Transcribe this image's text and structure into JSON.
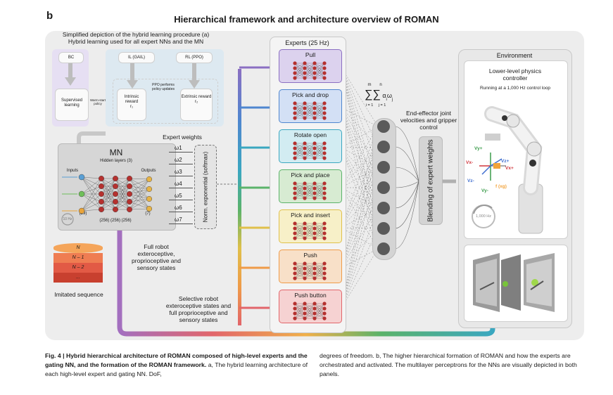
{
  "figure": {
    "panel_letter": "b",
    "title": "Hierarchical framework and architecture overview of ROMAN"
  },
  "hybrid_panel": {
    "caption_line1": "Simplified depiction of the hybrid learning procedure (a)",
    "caption_line2": "Hybrid learning used for all expert NNs and the MN",
    "bc": "BC",
    "il": "IL (GAIL)",
    "rl": "RL (PPO)",
    "supervised_learning": "Supervised learning",
    "warm_start": "Warm-start policy",
    "ppo_updates": "PPO performs policy updates",
    "intrinsic_reward": "Intrinsic reward",
    "intrinsic_symbol": "r₁",
    "extrinsic_reward": "Extrinsic reward",
    "extrinsic_symbol": "r₂"
  },
  "mn": {
    "title": "MN",
    "hidden_layers": "Hidden layers (3)",
    "inputs": "Inputs",
    "outputs": "Outputs",
    "input_count": "(29)",
    "hidden_counts": "(256) (256) (256)",
    "output_count": "(7)",
    "rate": "10 Hz",
    "expert_weights_label": "Expert weights",
    "omegas": [
      "ω1",
      "ω2",
      "ω3",
      "ω4",
      "ω5",
      "ω6",
      "ω7"
    ],
    "softmax_label": "Norm. exponential (softmax)"
  },
  "sequence": {
    "rows": [
      "N",
      "N – 1",
      "N – 2",
      "..."
    ],
    "label": "Imitated sequence",
    "colors": [
      "#f5a55a",
      "#ef7d52",
      "#e25a45",
      "#c8402f"
    ]
  },
  "annotations": {
    "full_robot_states": "Full robot exteroceptive, proprioceptive and sensory states",
    "selective_states": "Selective robot exteroceptive states and full proprioceptive and sensory states",
    "summation": "∑ ∑ αᵢ ωⱼ",
    "sum_m": "m",
    "sum_n": "n",
    "sum_i": "i = 1",
    "sum_j": "j = 1",
    "end_effector": "End-effector joint velocities and gripper control",
    "blending": "Blending of expert weights"
  },
  "experts": {
    "header": "Experts (25 Hz)",
    "items": [
      {
        "label": "Pull",
        "color": "#dcd2ee"
      },
      {
        "label": "Pick and drop",
        "color": "#d3e0f5"
      },
      {
        "label": "Rotate open",
        "color": "#d2ecf2"
      },
      {
        "label": "Pick and place",
        "color": "#d7ebd2"
      },
      {
        "label": "Pick and insert",
        "color": "#f7f0c8"
      },
      {
        "label": "Push",
        "color": "#f8e0c8"
      },
      {
        "label": "Push button",
        "color": "#f6d2d2"
      }
    ]
  },
  "environment": {
    "title": "Environment",
    "controller_title": "Lower-level physics controller",
    "controller_rate": "Running at a 1,000 Hz control loop",
    "rate_badge": "1,000 Hz",
    "axis_labels": [
      "Vy+",
      "Vx-",
      "Vz+",
      "Vx+",
      "Vz-",
      "Vy-",
      "f (xg)"
    ]
  },
  "caption": {
    "left_bold": "Fig. 4 | Hybrid hierarchical architecture of ROMAN composed of high-level experts and the gating NN, and the formation of the ROMAN framework.",
    "left_text": "a, The hybrid learning architecture of each high-level expert and gating NN. DoF,",
    "right_text": "degrees of freedom. b, The higher hierarchical formation of ROMAN and how the experts are orchestrated and activated. The multilayer perceptrons for the NNs are visually depicted in both panels."
  },
  "colors": {
    "expert_line": [
      "#8b6fc2",
      "#4f86cf",
      "#3aa7c0",
      "#5bb36a",
      "#e0c04a",
      "#ef9b48",
      "#e2656a"
    ],
    "node_red": "#b5312f"
  }
}
